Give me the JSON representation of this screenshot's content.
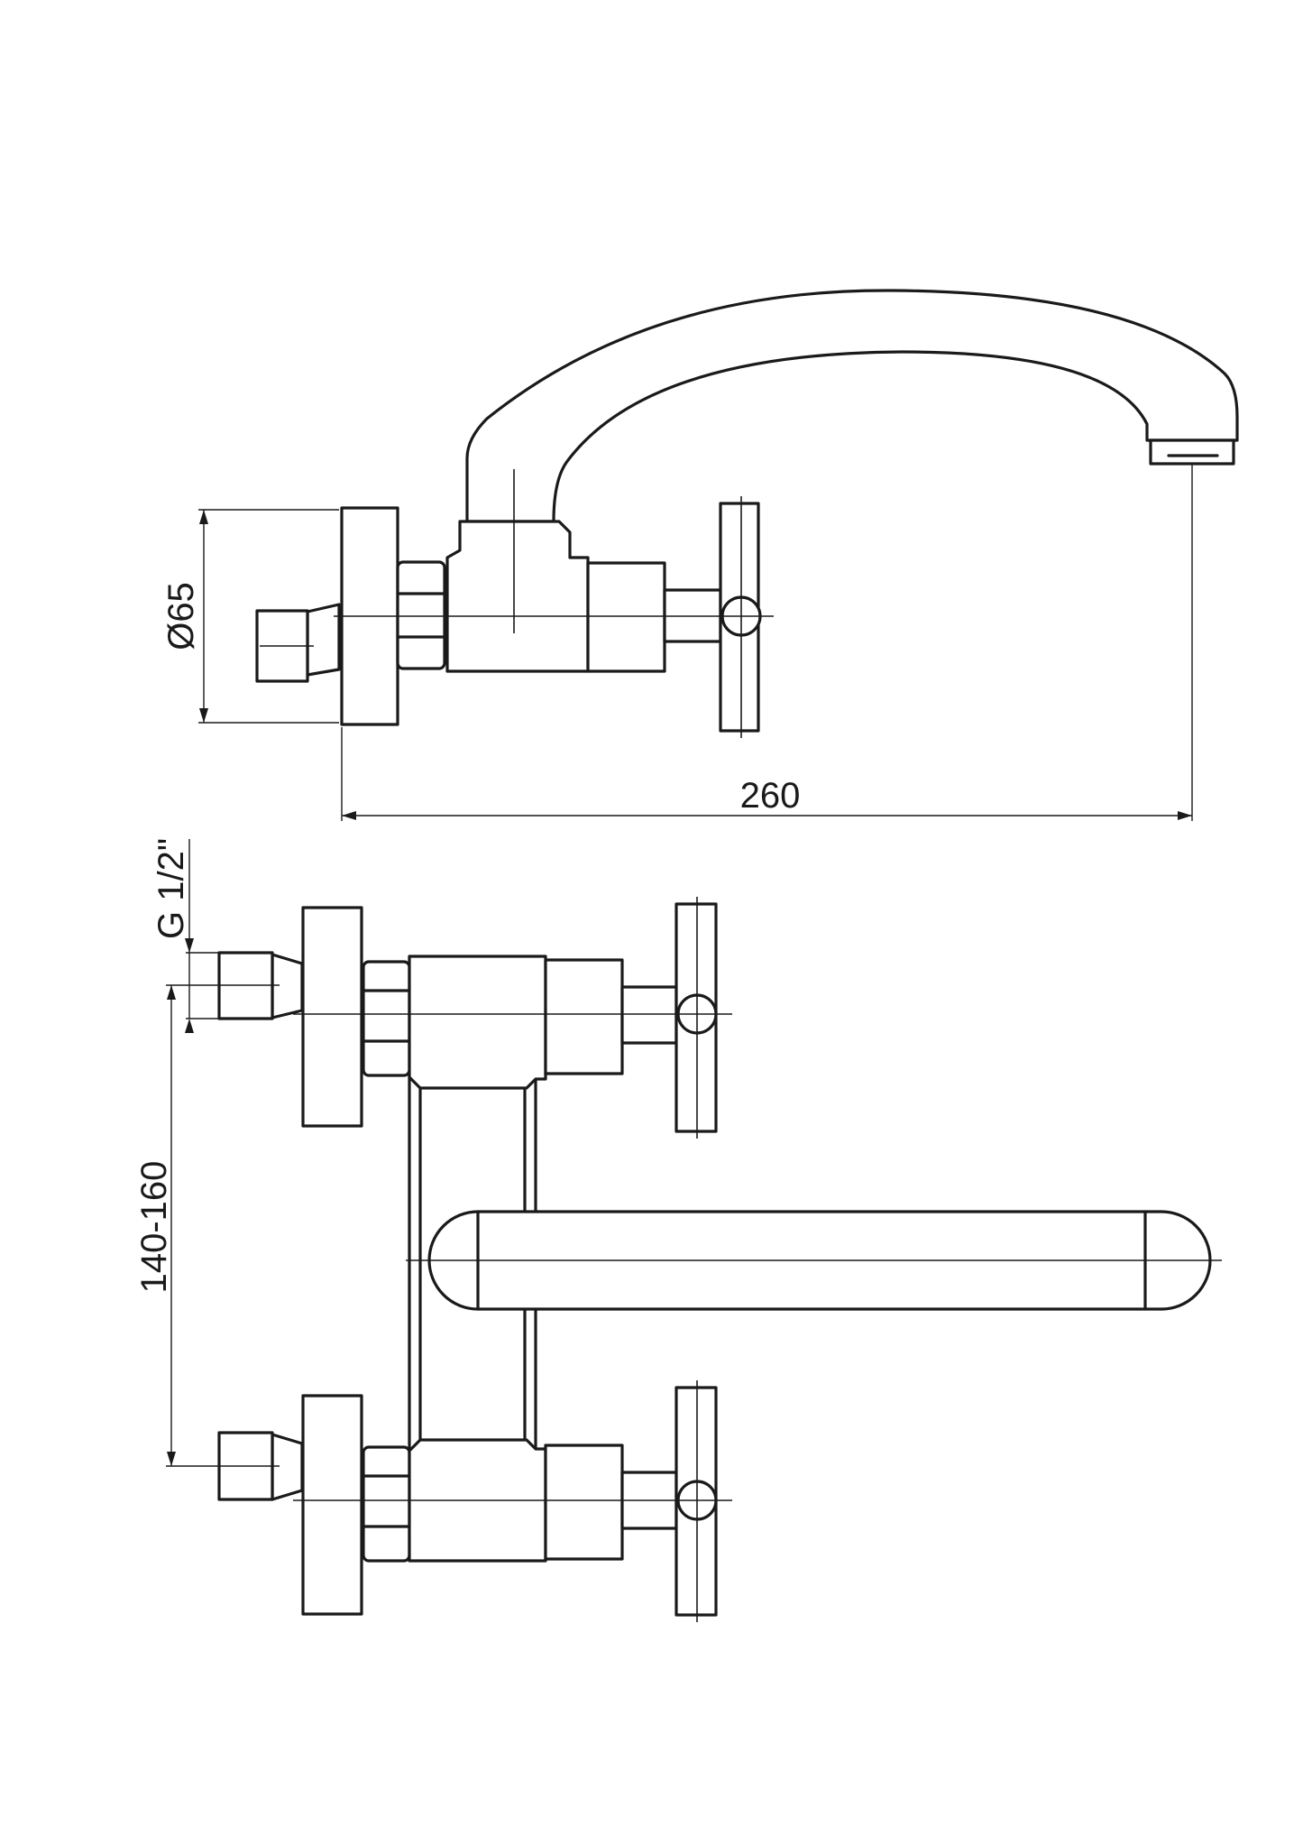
{
  "drawing": {
    "views": [
      "side-view",
      "front-view"
    ],
    "dimensions": {
      "flange_diameter": "Ø65",
      "overall_length": "260",
      "thread_size": "G 1/2\"",
      "center_distance": "140-160"
    },
    "colors": {
      "line": "#1a1a1a",
      "background": "#ffffff"
    }
  }
}
